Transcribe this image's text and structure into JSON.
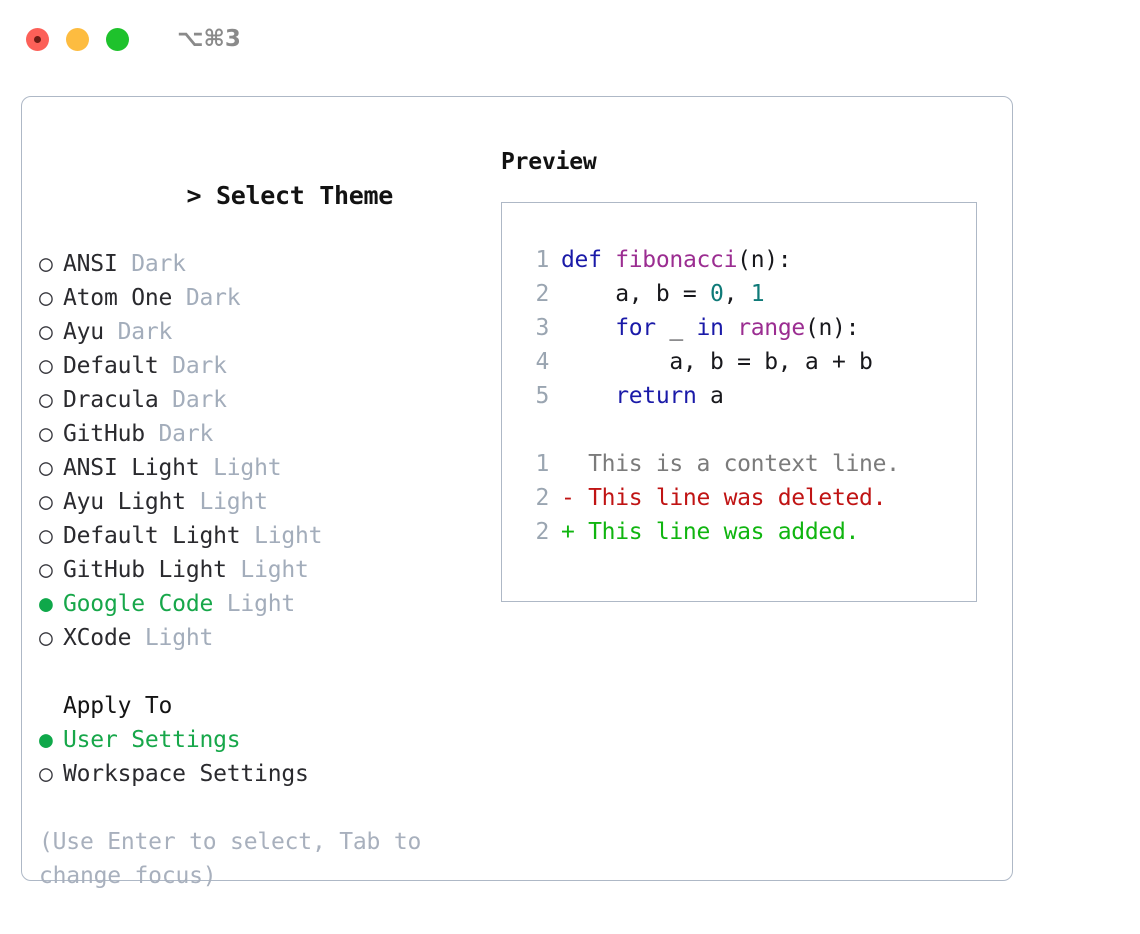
{
  "titlebar": {
    "shortcut": "⌥⌘3",
    "buttons": [
      {
        "name": "close",
        "color": "#fc6058"
      },
      {
        "name": "minimize",
        "color": "#fdbc40"
      },
      {
        "name": "maximize",
        "color": "#1ec22c"
      }
    ]
  },
  "theme_picker": {
    "prompt_marker": ">",
    "title": "Select Theme",
    "bullet_selected": "●",
    "bullet_unselected": "○",
    "options": [
      {
        "name": "ANSI",
        "kind": "Dark",
        "selected": false
      },
      {
        "name": "Atom One",
        "kind": "Dark",
        "selected": false
      },
      {
        "name": "Ayu",
        "kind": "Dark",
        "selected": false
      },
      {
        "name": "Default",
        "kind": "Dark",
        "selected": false
      },
      {
        "name": "Dracula",
        "kind": "Dark",
        "selected": false
      },
      {
        "name": "GitHub",
        "kind": "Dark",
        "selected": false
      },
      {
        "name": "ANSI Light",
        "kind": "Light",
        "selected": false
      },
      {
        "name": "Ayu Light",
        "kind": "Light",
        "selected": false
      },
      {
        "name": "Default Light",
        "kind": "Light",
        "selected": false
      },
      {
        "name": "GitHub Light",
        "kind": "Light",
        "selected": false
      },
      {
        "name": "Google Code",
        "kind": "Light",
        "selected": true
      },
      {
        "name": "XCode",
        "kind": "Light",
        "selected": false
      }
    ]
  },
  "apply_to": {
    "title": "Apply To",
    "options": [
      {
        "name": "User Settings",
        "selected": true
      },
      {
        "name": "Workspace Settings",
        "selected": false
      }
    ]
  },
  "hint": "(Use Enter to select, Tab to change focus)",
  "preview": {
    "title": "Preview",
    "code_lines": [
      {
        "num": "1",
        "tokens": [
          {
            "t": "def ",
            "c": "kw"
          },
          {
            "t": "fibonacci",
            "c": "fn"
          },
          {
            "t": "(n):",
            "c": "pln"
          }
        ]
      },
      {
        "num": "2",
        "tokens": [
          {
            "t": "    a, b = ",
            "c": "pln"
          },
          {
            "t": "0",
            "c": "num"
          },
          {
            "t": ", ",
            "c": "pln"
          },
          {
            "t": "1",
            "c": "num"
          }
        ]
      },
      {
        "num": "3",
        "tokens": [
          {
            "t": "    ",
            "c": "pln"
          },
          {
            "t": "for",
            "c": "kw"
          },
          {
            "t": " _ ",
            "c": "pln"
          },
          {
            "t": "in",
            "c": "kw"
          },
          {
            "t": " ",
            "c": "pln"
          },
          {
            "t": "range",
            "c": "fn"
          },
          {
            "t": "(n):",
            "c": "pln"
          }
        ]
      },
      {
        "num": "4",
        "tokens": [
          {
            "t": "        a, b = b, a + b",
            "c": "pln"
          }
        ]
      },
      {
        "num": "5",
        "tokens": [
          {
            "t": "    ",
            "c": "pln"
          },
          {
            "t": "return",
            "c": "kw"
          },
          {
            "t": " a",
            "c": "pln"
          }
        ]
      }
    ],
    "diff_lines": [
      {
        "num": "1",
        "marker": " ",
        "text": " This is a context line.",
        "kind": "ctx"
      },
      {
        "num": "2",
        "marker": "-",
        "text": " This line was deleted.",
        "kind": "del"
      },
      {
        "num": "2",
        "marker": "+",
        "text": " This line was added.",
        "kind": "add"
      }
    ]
  },
  "colors": {
    "accent_green": "#17a74a",
    "muted": "#a3adbb",
    "border": "#aeb8c6",
    "keyword": "#1a1aa8",
    "function": "#9b2d91",
    "number": "#0f7a78",
    "diff_add": "#10b510",
    "diff_del": "#c01414",
    "diff_ctx": "#7b7b7b",
    "linenum": "#9aa5b1"
  }
}
